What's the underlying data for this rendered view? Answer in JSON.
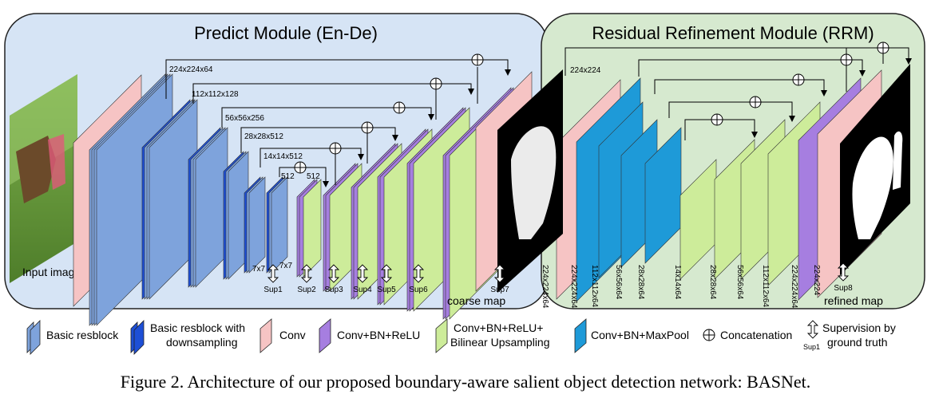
{
  "modules": {
    "predict_title": "Predict Module (En-De)",
    "rrm_title": "Residual Refinement Module (RRM)"
  },
  "labels": {
    "input_image": "Input image",
    "coarse_map": "coarse map",
    "refined_map": "refined map"
  },
  "encoder_dims": {
    "d1": "224x224x64",
    "d2": "112x112x128",
    "d3": "56x56x256",
    "d4": "28x28x512",
    "d5": "14x14x512",
    "d6a": "512",
    "d6b": "512",
    "k1": "7x7",
    "k2": "7x7"
  },
  "sup_labels": {
    "s1": "Sup1",
    "s2": "Sup2",
    "s3": "Sup3",
    "s4": "Sup4",
    "s5": "Sup5",
    "s6": "Sup6",
    "s7": "Sup7",
    "s8": "Sup8"
  },
  "rrm_dims": {
    "top": "224x224",
    "r1": "224x224x64",
    "r2": "224x224x64",
    "r3": "112x112x64",
    "r4": "56x56x64",
    "r5": "28x28x64",
    "r6": "14x14x64",
    "r7": "28x28x64",
    "r8": "56x56x64",
    "r9": "112x112x64",
    "r10": "224x224x64",
    "r11": "224x224"
  },
  "legend": {
    "basic_resblock": "Basic resblock",
    "basic_resblock_down_1": "Basic resblock with",
    "basic_resblock_down_2": "downsampling",
    "conv": "Conv",
    "conv_bn_relu": "Conv+BN+ReLU",
    "conv_bn_relu_up_1": "Conv+BN+ReLU+",
    "conv_bn_relu_up_2": "Bilinear Upsampling",
    "conv_bn_maxpool": "Conv+BN+MaxPool",
    "concatenation": "Concatenation",
    "supervision_1": "Supervision by",
    "supervision_2": "ground truth",
    "supervision_sup": "Sup1"
  },
  "caption": "Figure 2. Architecture of our proposed boundary-aware salient object detection network: BASNet.",
  "colors": {
    "predict_bg": "#d6e4f5",
    "rrm_bg": "#d6e9cf",
    "resblock": "#7ea3dc",
    "resblock_down": "#1d4fd6",
    "conv": "#f6c4c4",
    "conv_bn_relu": "#a67ee0",
    "upsample": "#cdec9a",
    "maxpool": "#1e9ad8"
  }
}
